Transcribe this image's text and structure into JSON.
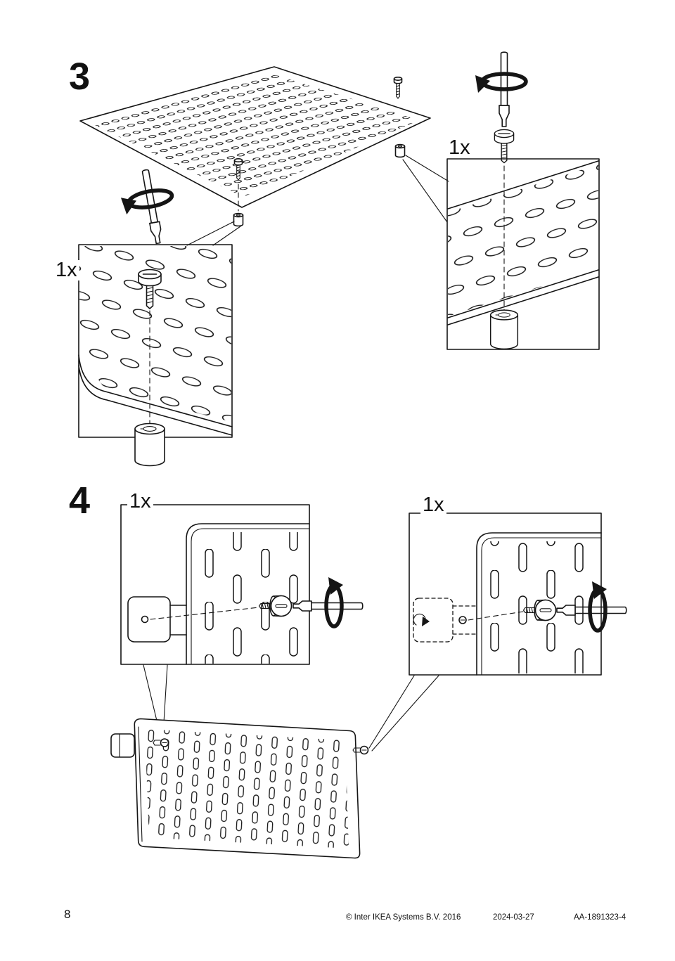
{
  "page": {
    "number": "8",
    "footer": {
      "copyright": "© Inter IKEA Systems B.V. 2016",
      "date": "2024-03-27",
      "document_id": "AA-1891323-4"
    }
  },
  "steps": {
    "step3": {
      "number": "3",
      "panels": {
        "left": {
          "qty": "1x"
        },
        "right": {
          "qty": "1x"
        }
      }
    },
    "step4": {
      "number": "4",
      "panels": {
        "left": {
          "qty": "1x"
        },
        "right": {
          "qty": "1x"
        }
      }
    }
  }
}
